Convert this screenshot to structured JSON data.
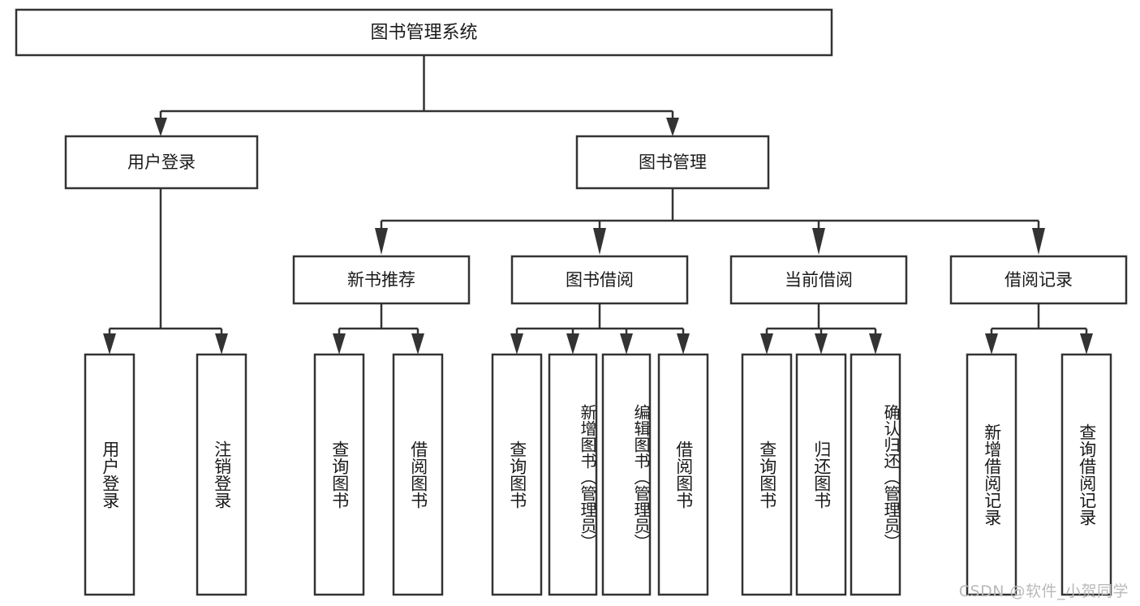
{
  "diagram": {
    "title": "图书管理系统",
    "type": "tree-hierarchy",
    "root": {
      "id": "root",
      "label": "图书管理系统"
    },
    "level2": [
      {
        "id": "user-login",
        "label": "用户登录"
      },
      {
        "id": "book-manage",
        "label": "图书管理"
      }
    ],
    "level3": [
      {
        "id": "new-book-recommend",
        "label": "新书推荐",
        "parent": "book-manage"
      },
      {
        "id": "book-borrow",
        "label": "图书借阅",
        "parent": "book-manage"
      },
      {
        "id": "current-borrow",
        "label": "当前借阅",
        "parent": "book-manage"
      },
      {
        "id": "borrow-record",
        "label": "借阅记录",
        "parent": "book-manage"
      }
    ],
    "leaves": [
      {
        "id": "leaf-user-login",
        "label": "用户登录",
        "parent": "user-login"
      },
      {
        "id": "leaf-logout-login",
        "label": "注销登录",
        "parent": "user-login"
      },
      {
        "id": "leaf-query-book-1",
        "label": "查询图书",
        "parent": "new-book-recommend"
      },
      {
        "id": "leaf-borrow-book-1",
        "label": "借阅图书",
        "parent": "new-book-recommend"
      },
      {
        "id": "leaf-query-book-2",
        "label": "查询图书",
        "parent": "book-borrow"
      },
      {
        "id": "leaf-add-book",
        "label": "新增图书（管理员）",
        "parent": "book-borrow"
      },
      {
        "id": "leaf-edit-book",
        "label": "编辑图书（管理员）",
        "parent": "book-borrow"
      },
      {
        "id": "leaf-borrow-book-2",
        "label": "借阅图书",
        "parent": "book-borrow"
      },
      {
        "id": "leaf-query-book-3",
        "label": "查询图书",
        "parent": "current-borrow"
      },
      {
        "id": "leaf-return-book",
        "label": "归还图书",
        "parent": "current-borrow"
      },
      {
        "id": "leaf-confirm-return",
        "label": "确认归还（管理员）",
        "parent": "current-borrow"
      },
      {
        "id": "leaf-add-record",
        "label": "新增借阅记录",
        "parent": "borrow-record"
      },
      {
        "id": "leaf-query-record",
        "label": "查询借阅记录",
        "parent": "borrow-record"
      }
    ]
  },
  "watermark": {
    "text": "CSDN @软件_小贺同学"
  },
  "colors": {
    "stroke": "#333333",
    "box_fill": "#ffffff",
    "text": "#1a1a1a",
    "background": "#ffffff",
    "watermark": "#b9b9b9"
  }
}
